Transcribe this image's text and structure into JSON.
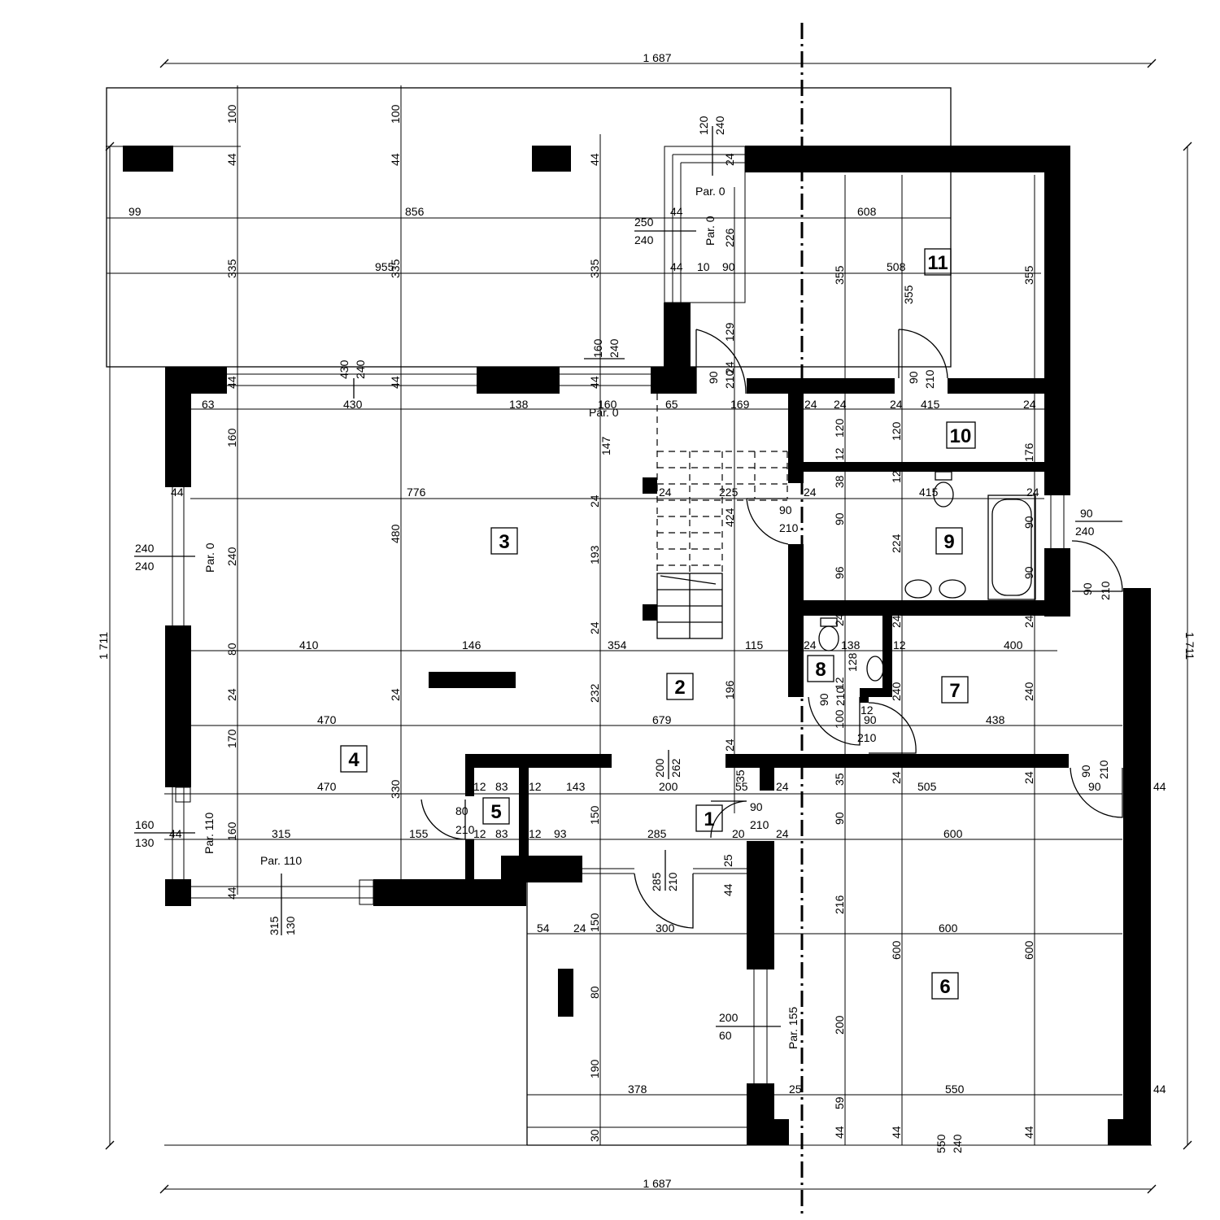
{
  "overall": {
    "width_top": "1 687",
    "width_bottom": "1 687",
    "height_left": "1 711",
    "height_right": "1 711"
  },
  "rooms": [
    "11",
    "10",
    "3",
    "9",
    "2",
    "8",
    "7",
    "4",
    "5",
    "1",
    "6"
  ],
  "sill_labels": [
    "Par. 0",
    "Par. 0",
    "Par. 0",
    "Par. 0",
    "Par. 110",
    "Par. 110",
    "Par. 155"
  ],
  "dims_top_terrace": [
    "100",
    "100",
    "44",
    "44",
    "44",
    "99",
    "856",
    "335",
    "955",
    "335",
    "335",
    "44",
    "44",
    "10",
    "90",
    "226",
    "129",
    "24",
    "24",
    "608",
    "508",
    "355",
    "355",
    "355"
  ],
  "window_fractions": [
    {
      "top": "120",
      "bottom": "240"
    },
    {
      "top": "250",
      "bottom": "240"
    },
    {
      "top": "160",
      "bottom": "240"
    },
    {
      "top": "430",
      "bottom": "240"
    },
    {
      "top": "240",
      "bottom": "240"
    },
    {
      "top": "160",
      "bottom": "130"
    },
    {
      "top": "315",
      "bottom": "130"
    },
    {
      "top": "90",
      "bottom": "240"
    },
    {
      "top": "200",
      "bottom": "60"
    },
    {
      "top": "550",
      "bottom": "240"
    },
    {
      "top": "285",
      "bottom": "210"
    },
    {
      "top": "200",
      "bottom": "262"
    }
  ],
  "door_labels": [
    {
      "top": "90",
      "bottom": "210"
    },
    {
      "top": "90",
      "bottom": "210"
    },
    {
      "top": "90",
      "bottom": "210"
    },
    {
      "top": "90",
      "bottom": "210"
    },
    {
      "top": "80",
      "bottom": "210"
    },
    {
      "top": "90",
      "bottom": "210"
    },
    {
      "top": "90",
      "bottom": "210"
    },
    {
      "top": "90",
      "bottom": "210"
    },
    {
      "top": "90",
      "bottom": "210"
    }
  ],
  "dims_row_top": [
    "44",
    "44",
    "44",
    "63",
    "430",
    "138",
    "160",
    "65",
    "169",
    "24",
    "24",
    "24",
    "415",
    "24"
  ],
  "dims_upper_left": [
    "160",
    "147",
    "120",
    "120",
    "12",
    "12",
    "38",
    "176",
    "44",
    "776",
    "24",
    "24",
    "225",
    "24",
    "415",
    "24",
    "424",
    "90",
    "224",
    "90"
  ],
  "dims_middle": [
    "240",
    "480",
    "193",
    "96",
    "90",
    "410",
    "146",
    "354",
    "115",
    "24",
    "138",
    "12",
    "400",
    "80",
    "24",
    "24",
    "24",
    "24",
    "232",
    "196",
    "128",
    "12",
    "240",
    "240",
    "470",
    "679",
    "438",
    "12",
    "100",
    "170",
    "24",
    "24",
    "24"
  ],
  "dims_lower": [
    "330",
    "12",
    "83",
    "12",
    "143",
    "200",
    "35",
    "55",
    "24",
    "505",
    "44",
    "90",
    "470",
    "35",
    "24",
    "24",
    "150",
    "90",
    "160",
    "315",
    "155",
    "12",
    "83",
    "12",
    "93",
    "285",
    "20",
    "24",
    "600",
    "44",
    "44",
    "25",
    "44"
  ],
  "dims_garage": [
    "54",
    "24",
    "150",
    "300",
    "600",
    "216",
    "600",
    "600",
    "80",
    "190",
    "200",
    "378",
    "25",
    "550",
    "59",
    "44",
    "44",
    "44",
    "44",
    "30"
  ]
}
